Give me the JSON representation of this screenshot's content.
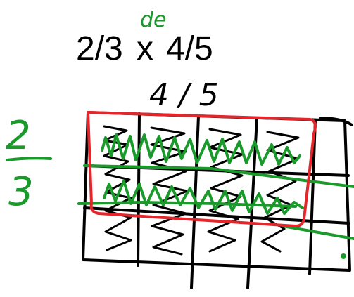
{
  "expression": {
    "left": "2/3",
    "operator": "x",
    "right": "4/5",
    "note_above_operator": "de"
  },
  "diagram": {
    "column_fraction_label": "4 / 5",
    "row_fraction": {
      "numerator": "2",
      "denominator": "3"
    },
    "columns": 5,
    "rows": 3,
    "columns_shaded": 4,
    "rows_shaded": 2
  },
  "colors": {
    "ink": "#000000",
    "green": "#1a9a2a",
    "red": "#e3262b"
  }
}
